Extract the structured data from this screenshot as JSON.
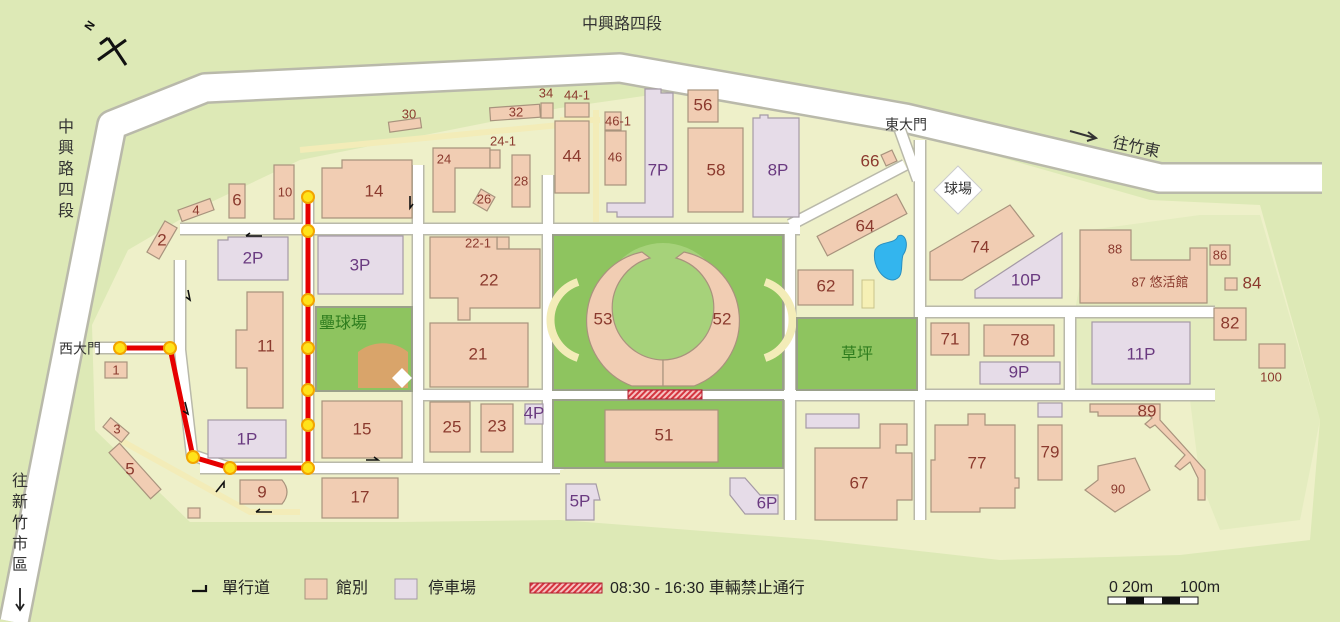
{
  "roads": {
    "top_road": "中興路四段",
    "left_road": [
      "中",
      "興",
      "路",
      "四",
      "段"
    ],
    "to_zhudong": "往竹東",
    "to_hsinchu_city": [
      "往",
      "新",
      "竹",
      "市",
      "區"
    ]
  },
  "gates": {
    "west_gate": "西大門",
    "east_gate": "東大門"
  },
  "areas": {
    "baseball_field": "壘球場",
    "lawn": "草坪",
    "ball_court": "球場"
  },
  "buildings": [
    "1",
    "2",
    "3",
    "4",
    "5",
    "6",
    "9",
    "10",
    "11",
    "14",
    "15",
    "17",
    "21",
    "22",
    "22-1",
    "23",
    "24",
    "24-1",
    "25",
    "26",
    "28",
    "30",
    "32",
    "34",
    "44",
    "44-1",
    "46",
    "46-1",
    "51",
    "52",
    "53",
    "56",
    "58",
    "62",
    "64",
    "66",
    "67",
    "71",
    "74",
    "77",
    "78",
    "79",
    "82",
    "84",
    "86",
    "88",
    "87 悠活館",
    "89",
    "90",
    "100"
  ],
  "parking": [
    "1P",
    "2P",
    "3P",
    "4P",
    "5P",
    "6P",
    "7P",
    "8P",
    "9P",
    "10P",
    "11P"
  ],
  "legend": {
    "one_way": "單行道",
    "building": "館別",
    "parking": "停車場",
    "restricted": "08:30 - 16:30 車輛禁止通行"
  },
  "scale": {
    "zero": "0",
    "mid": "20m",
    "end": "100m"
  },
  "compass": "N",
  "colors": {
    "background": "#dde9b6",
    "campus": "#eef0c9",
    "building": "#f1cdb3",
    "parking": "#e6dce8",
    "field": "#8ec45f",
    "route": "#e60000",
    "pond": "#33b5ee"
  }
}
